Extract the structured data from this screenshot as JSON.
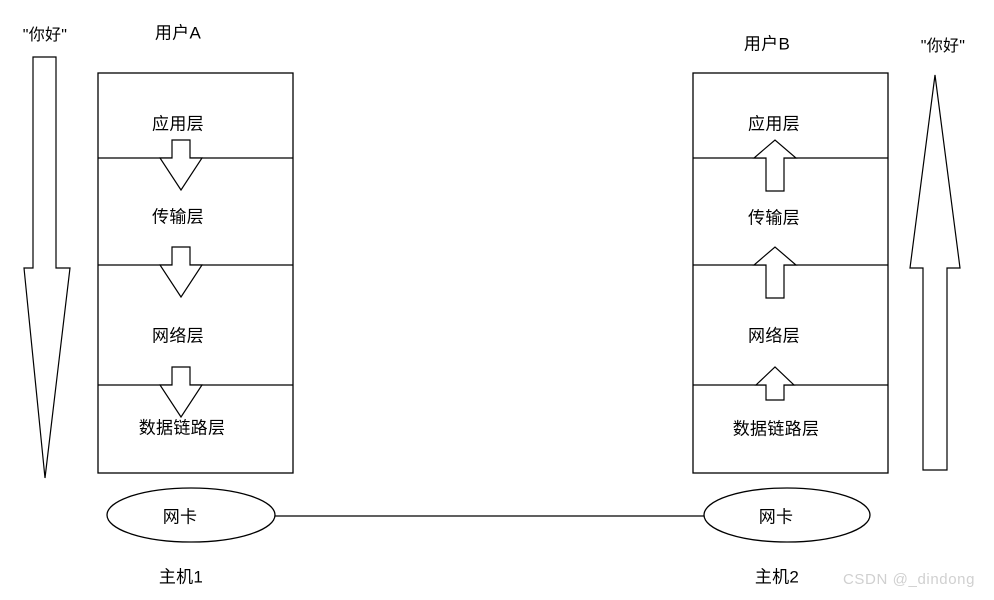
{
  "diagram": {
    "title_left": "用户A",
    "title_right": "用户B",
    "message_left": "\"你好\"",
    "message_right": "\"你好\"",
    "host_left": "主机1",
    "host_right": "主机2",
    "nic_left": "网卡",
    "nic_right": "网卡",
    "layers_left": [
      "应用层",
      "传输层",
      "网络层",
      "数据链路层"
    ],
    "layers_right": [
      "应用层",
      "传输层",
      "网络层",
      "数据链路层"
    ],
    "flow_direction_left": "downward",
    "flow_direction_right": "upward",
    "link_label": "",
    "colors": {
      "stroke": "#000000",
      "fill": "#ffffff",
      "watermark": "#d0d0d0"
    }
  },
  "watermark": {
    "text": "CSDN @_dindong"
  }
}
